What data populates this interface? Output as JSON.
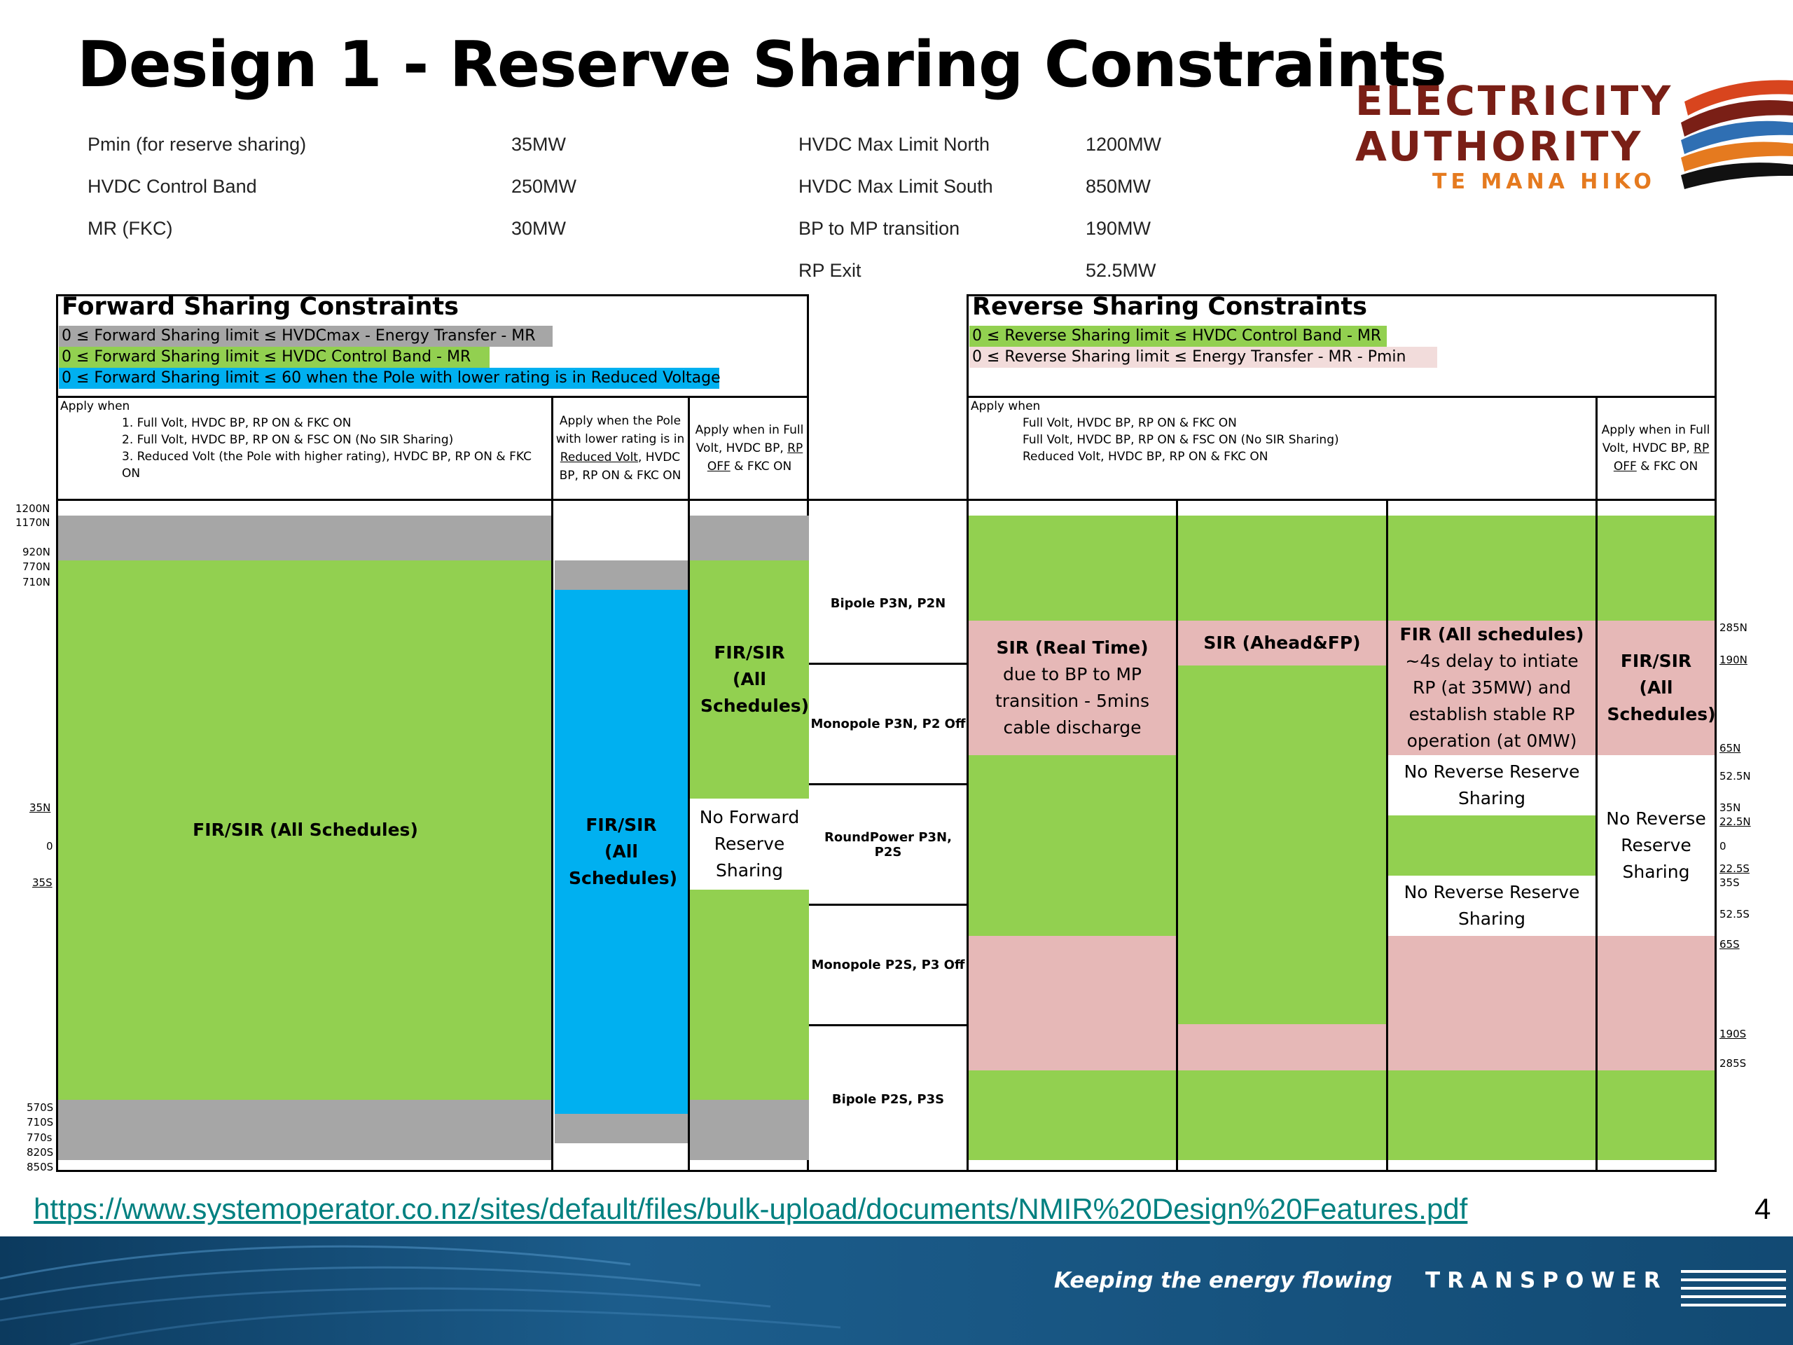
{
  "title": "Design 1 - Reserve Sharing Constraints",
  "params_left": [
    {
      "label": "Pmin (for reserve sharing)",
      "value": "35MW"
    },
    {
      "label": "HVDC Control Band",
      "value": "250MW"
    },
    {
      "label": "MR (FKC)",
      "value": "30MW"
    }
  ],
  "params_right": [
    {
      "label": "HVDC Max Limit North",
      "value": "1200MW"
    },
    {
      "label": "HVDC Max Limit South",
      "value": "850MW"
    },
    {
      "label": "BP to MP transition",
      "value": "190MW"
    },
    {
      "label": "RP Exit",
      "value": "52.5MW"
    }
  ],
  "logo": {
    "line1": "ELECTRICITY",
    "line2": "AUTHORITY",
    "line3": "TE MANA HIKO"
  },
  "forward": {
    "title": "Forward Sharing Constraints",
    "formulas": [
      "0 ≤ Forward Sharing limit ≤ HVDCmax - Energy Transfer - MR",
      "0 ≤ Forward Sharing limit ≤ HVDC Control Band - MR",
      "0 ≤ Forward Sharing limit ≤ 60 when the Pole with lower rating is in Reduced Voltage"
    ],
    "apply_when": "Apply when",
    "conditions": [
      "1. Full Volt, HVDC BP, RP ON & FKC ON",
      "2. Full Volt, HVDC BP, RP ON & FSC ON (No SIR Sharing)",
      "3. Reduced Volt (the Pole with higher rating), HVDC BP, RP ON & FKC",
      "ON"
    ],
    "col2_header": [
      "Apply when the Pole",
      "with lower rating is in",
      "Reduced Volt",
      ", HVDC",
      "BP, RP ON & FKC ON"
    ],
    "col3_header": [
      "Apply when in Full",
      "Volt, HVDC BP, ",
      "RP",
      "OFF",
      " & FKC ON"
    ],
    "col1_label": "FIR/SIR (All Schedules)",
    "col2_label": "FIR/SIR (All Schedules)",
    "col3_label": "FIR/SIR (All Schedules)",
    "col3_none": "No Forward Reserve Sharing"
  },
  "left_axis": [
    "1200N",
    "1170N",
    "920N",
    "770N",
    "710N",
    "35N",
    "0",
    "35S",
    "570S",
    "710S",
    "770s",
    "820S",
    "850S"
  ],
  "modes": [
    "Bipole P3N, P2N",
    "Monopole P3N, P2 Off",
    "RoundPower P3N, P2S",
    "Monopole P2S, P3 Off",
    "Bipole P2S, P3S"
  ],
  "reverse": {
    "title": "Reverse Sharing Constraints",
    "formulas": [
      "0 ≤ Reverse Sharing limit ≤ HVDC Control Band - MR",
      "0 ≤ Reverse Sharing limit ≤ Energy Transfer - MR - Pmin"
    ],
    "apply_when": "Apply when",
    "conditions": [
      "Full Volt, HVDC BP, RP ON & FKC ON",
      "Full Volt, HVDC BP, RP ON & FSC ON  (No SIR Sharing)",
      "Reduced Volt, HVDC BP, RP ON & FKC ON"
    ],
    "col4_header": [
      "Apply when in Full",
      "Volt, HVDC BP, ",
      "RP",
      "OFF",
      " & FKC ON"
    ],
    "col1_bold": "SIR (Real Time)",
    "col1_rest": " due to BP to MP transition - 5mins cable discharge",
    "col2_label": "SIR (Ahead&FP)",
    "col3_bold": "FIR (All schedules)",
    "col3_rest": " ~4s delay to intiate RP (at 35MW) and establish stable RP operation (at 0MW)",
    "col3_none": "No Reverse Reserve Sharing",
    "col4_label": "FIR/SIR (All Schedules)",
    "col4_none": "No Reverse Reserve Sharing"
  },
  "right_axis": [
    "285N",
    "190N",
    "65N",
    "52.5N",
    "35N",
    "22.5N",
    "0",
    "22.5S",
    "35S",
    "52.5S",
    "65S",
    "190S",
    "285S"
  ],
  "footer": {
    "url": "https://www.systemoperator.co.nz/sites/default/files/bulk-upload/documents/NMIR%20Design%20Features.pdf",
    "page": "4",
    "slogan": "Keeping the energy flowing",
    "brand": "TRANSPOWER"
  }
}
